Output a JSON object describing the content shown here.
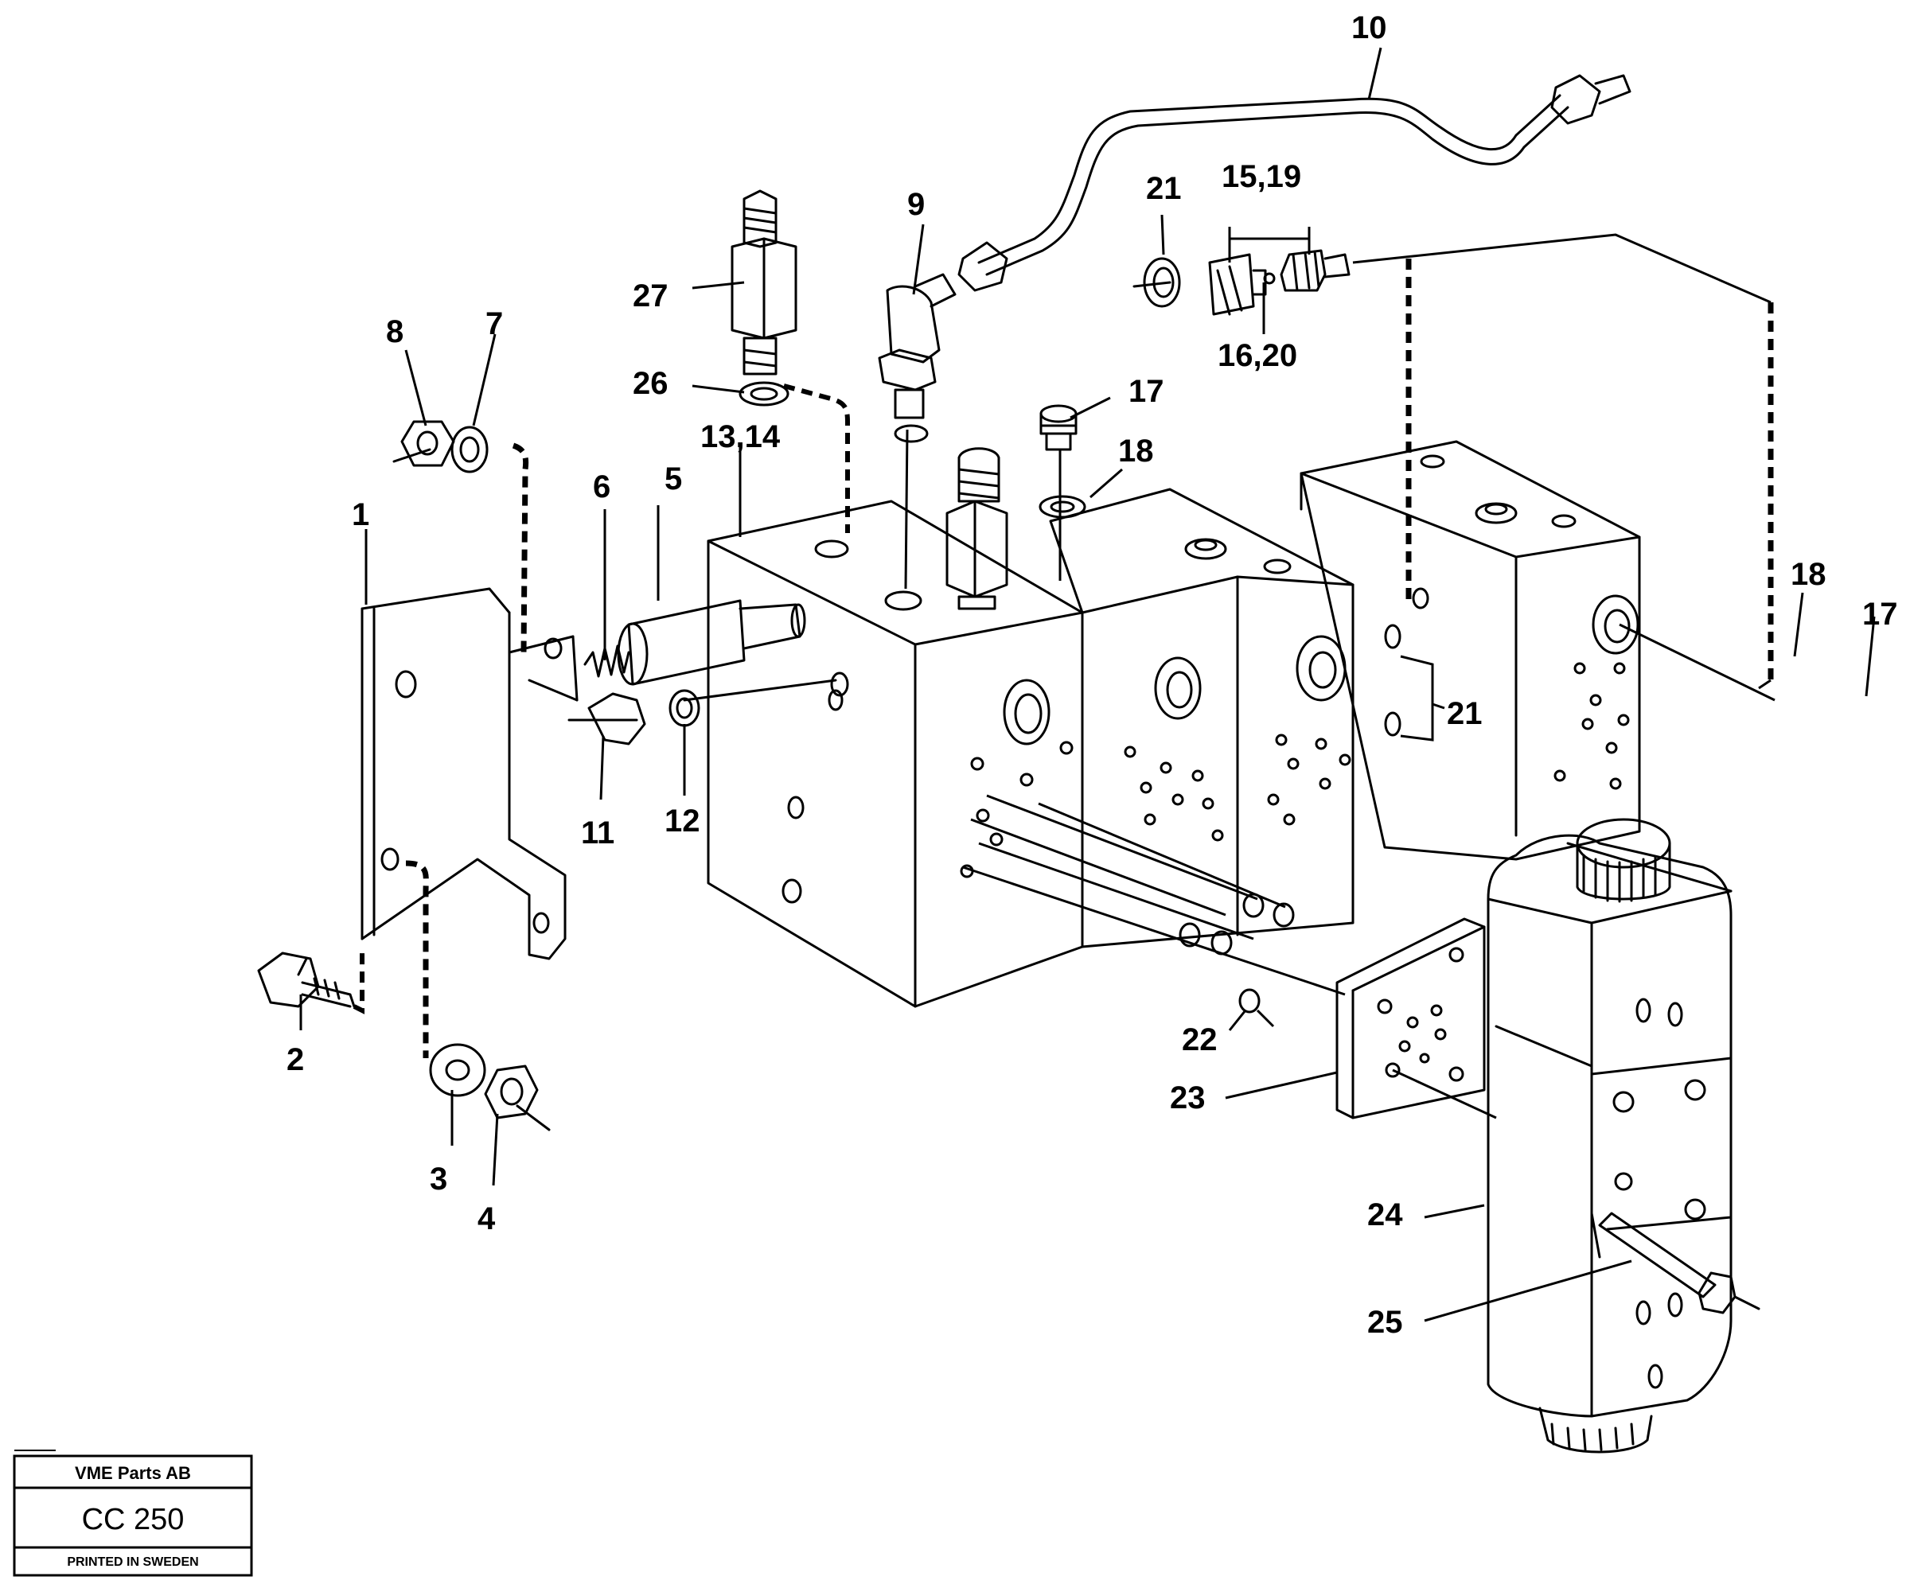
{
  "diagram": {
    "labels": {
      "l1": "1",
      "l2": "2",
      "l3": "3",
      "l4": "4",
      "l5": "5",
      "l6": "6",
      "l7": "7",
      "l8": "8",
      "l9": "9",
      "l10": "10",
      "l11": "11",
      "l12": "12",
      "l13_14": "13,14",
      "l15_19": "15,19",
      "l16_20": "16,20",
      "l17a": "17",
      "l17b": "17",
      "l18a": "18",
      "l18b": "18",
      "l21a": "21",
      "l21b": "21",
      "l22": "22",
      "l23": "23",
      "l24": "24",
      "l25": "25",
      "l26": "26",
      "l27": "27"
    }
  },
  "title_block": {
    "company": "VME Parts AB",
    "code": "CC 250",
    "printed": "PRINTED IN SWEDEN"
  }
}
